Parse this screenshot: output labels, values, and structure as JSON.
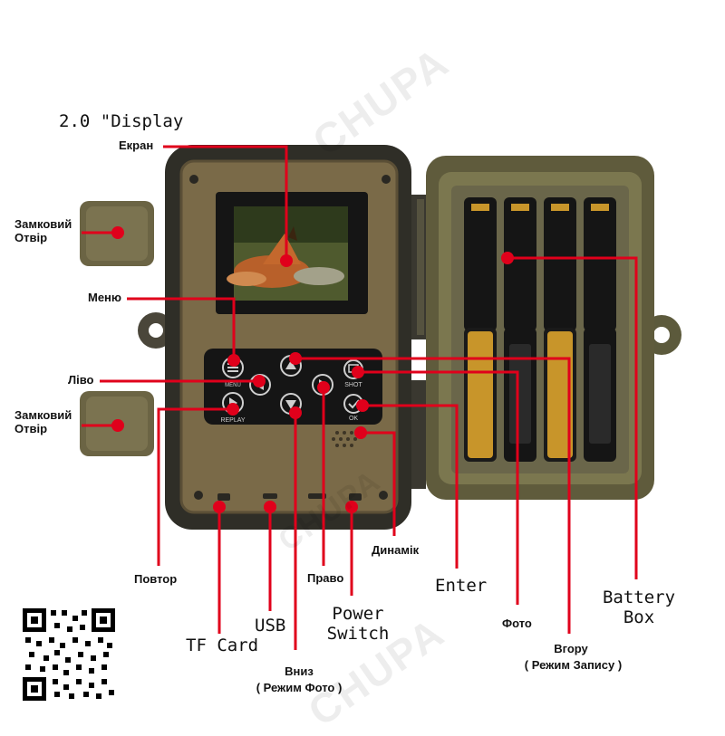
{
  "watermark": "CHUPA",
  "colors": {
    "callout": "#e0001b",
    "camera_body": "#3b3a2f",
    "camera_face": "#7a6a48",
    "battery_door": "#6e6a45"
  },
  "labels": {
    "display": "2.0 \"Display",
    "screen": "Екран",
    "lock_hole_top": [
      "Замковий",
      "Отвір"
    ],
    "menu": "Меню",
    "left": "Ліво",
    "lock_hole_bottom": [
      "Замковий",
      "Отвір"
    ],
    "repeat": "Повтор",
    "right": "Право",
    "speaker": "Динамік",
    "tf_card": "TF Card",
    "usb": "USB",
    "down": "Вниз",
    "down_mode": "( Режим Фото )",
    "power": [
      "Power",
      "Switch"
    ],
    "enter": "Enter",
    "photo": "Фото",
    "up": "Вгору",
    "up_mode": "( Режим Запису )",
    "battery": [
      "Battery",
      "Box"
    ]
  },
  "keypad": {
    "shot": "SHOT",
    "ok": "OK",
    "replay": "REPLAY",
    "menu": "MENU"
  },
  "icons": [
    "menu-icon",
    "up-arrow-icon",
    "shot-icon",
    "left-arrow-icon",
    "right-arrow-icon",
    "replay-icon",
    "down-arrow-icon",
    "ok-check-icon",
    "speaker-grille-icon",
    "qr-code-icon"
  ]
}
